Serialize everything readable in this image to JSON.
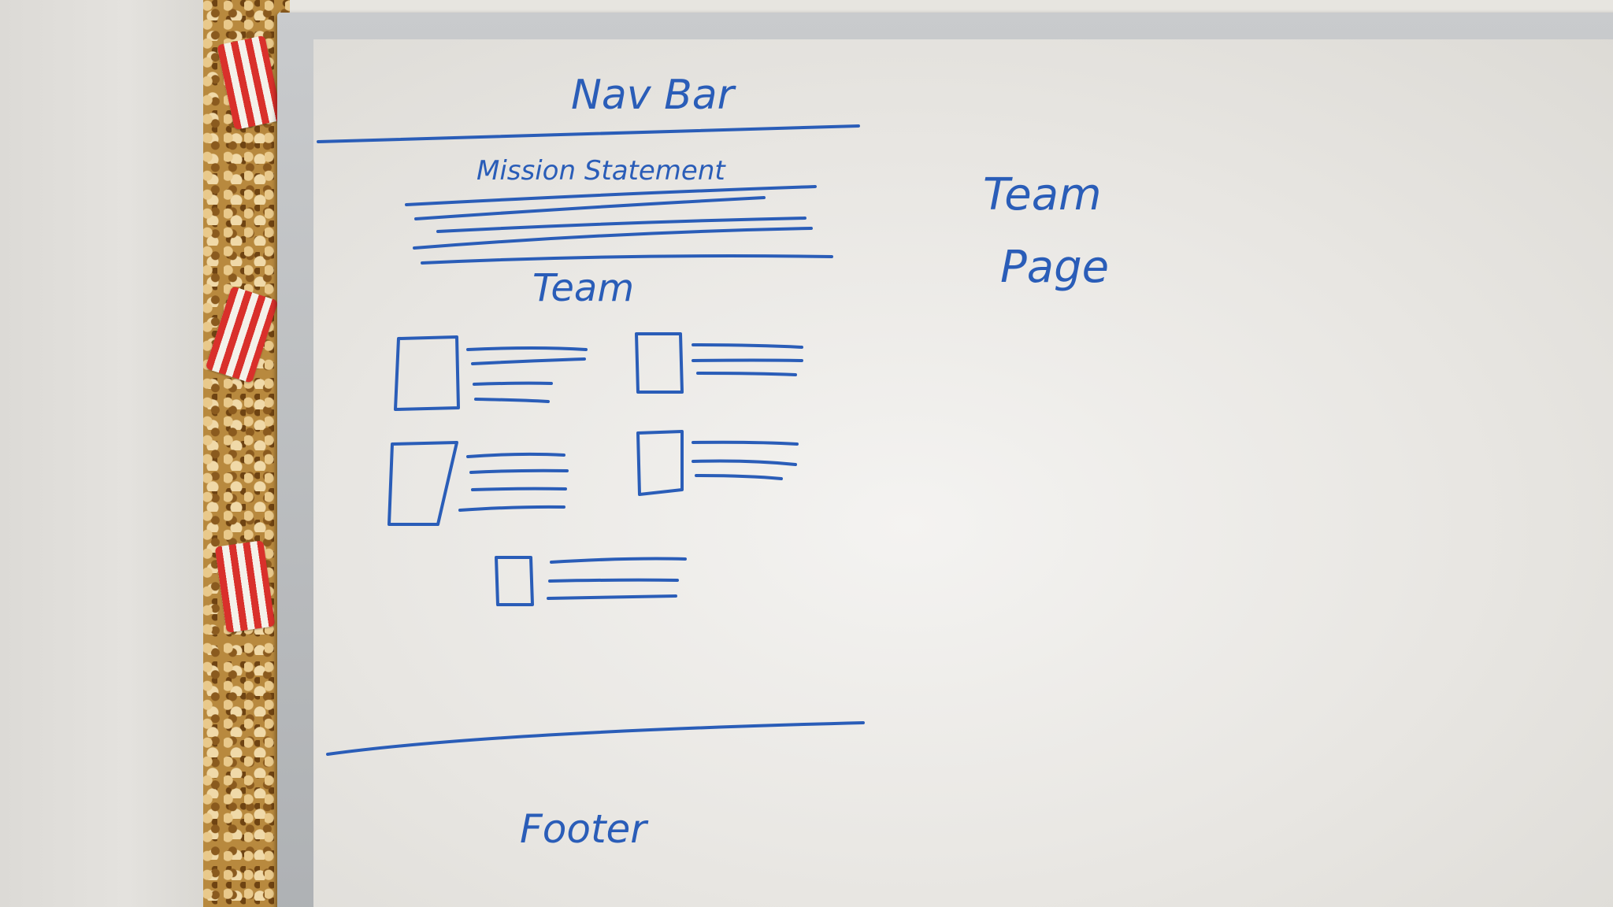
{
  "whiteboard": {
    "wireframe": {
      "nav_label": "Nav Bar",
      "mission_label": "Mission Statement",
      "team_label": "Team",
      "footer_label": "Footer"
    },
    "page_title": {
      "line1": "Team",
      "line2": "Page"
    }
  }
}
